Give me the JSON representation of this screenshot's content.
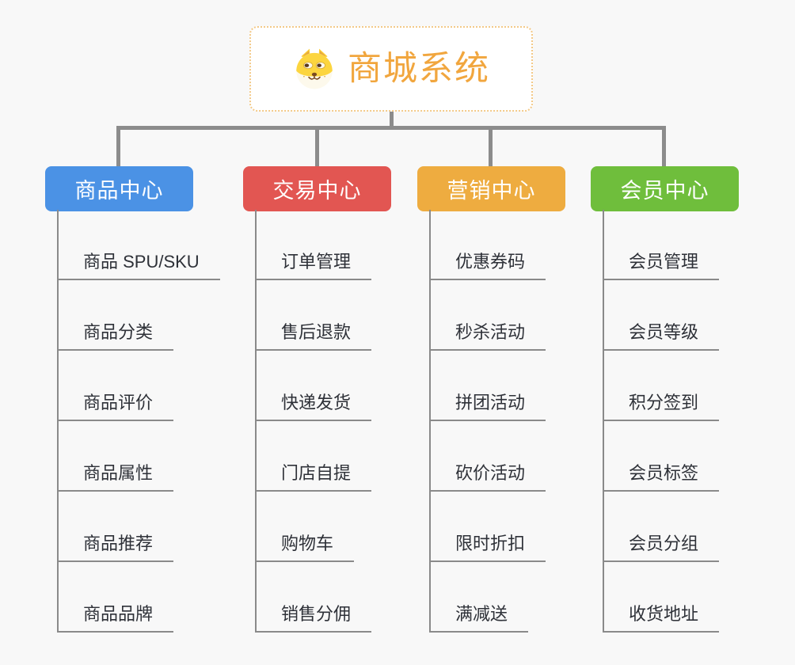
{
  "root": {
    "title": "商城系统",
    "icon": "doge-icon",
    "text_color": "#f1a63e",
    "border_color": "#f3c988"
  },
  "connector_color": "#8c8c8c",
  "child_line_color": "#8a8a8a",
  "child_text_color": "#2e3138",
  "branches": [
    {
      "label": "商品中心",
      "color": "#4b92e5",
      "children": [
        "商品 SPU/SKU",
        "商品分类",
        "商品评价",
        "商品属性",
        "商品推荐",
        "商品品牌"
      ]
    },
    {
      "label": "交易中心",
      "color": "#e25652",
      "children": [
        "订单管理",
        "售后退款",
        "快递发货",
        "门店自提",
        "购物车",
        "销售分佣"
      ]
    },
    {
      "label": "营销中心",
      "color": "#eeac40",
      "children": [
        "优惠券码",
        "秒杀活动",
        "拼团活动",
        "砍价活动",
        "限时折扣",
        "满减送"
      ]
    },
    {
      "label": "会员中心",
      "color": "#6fbe3c",
      "children": [
        "会员管理",
        "会员等级",
        "积分签到",
        "会员标签",
        "会员分组",
        "收货地址"
      ]
    }
  ]
}
